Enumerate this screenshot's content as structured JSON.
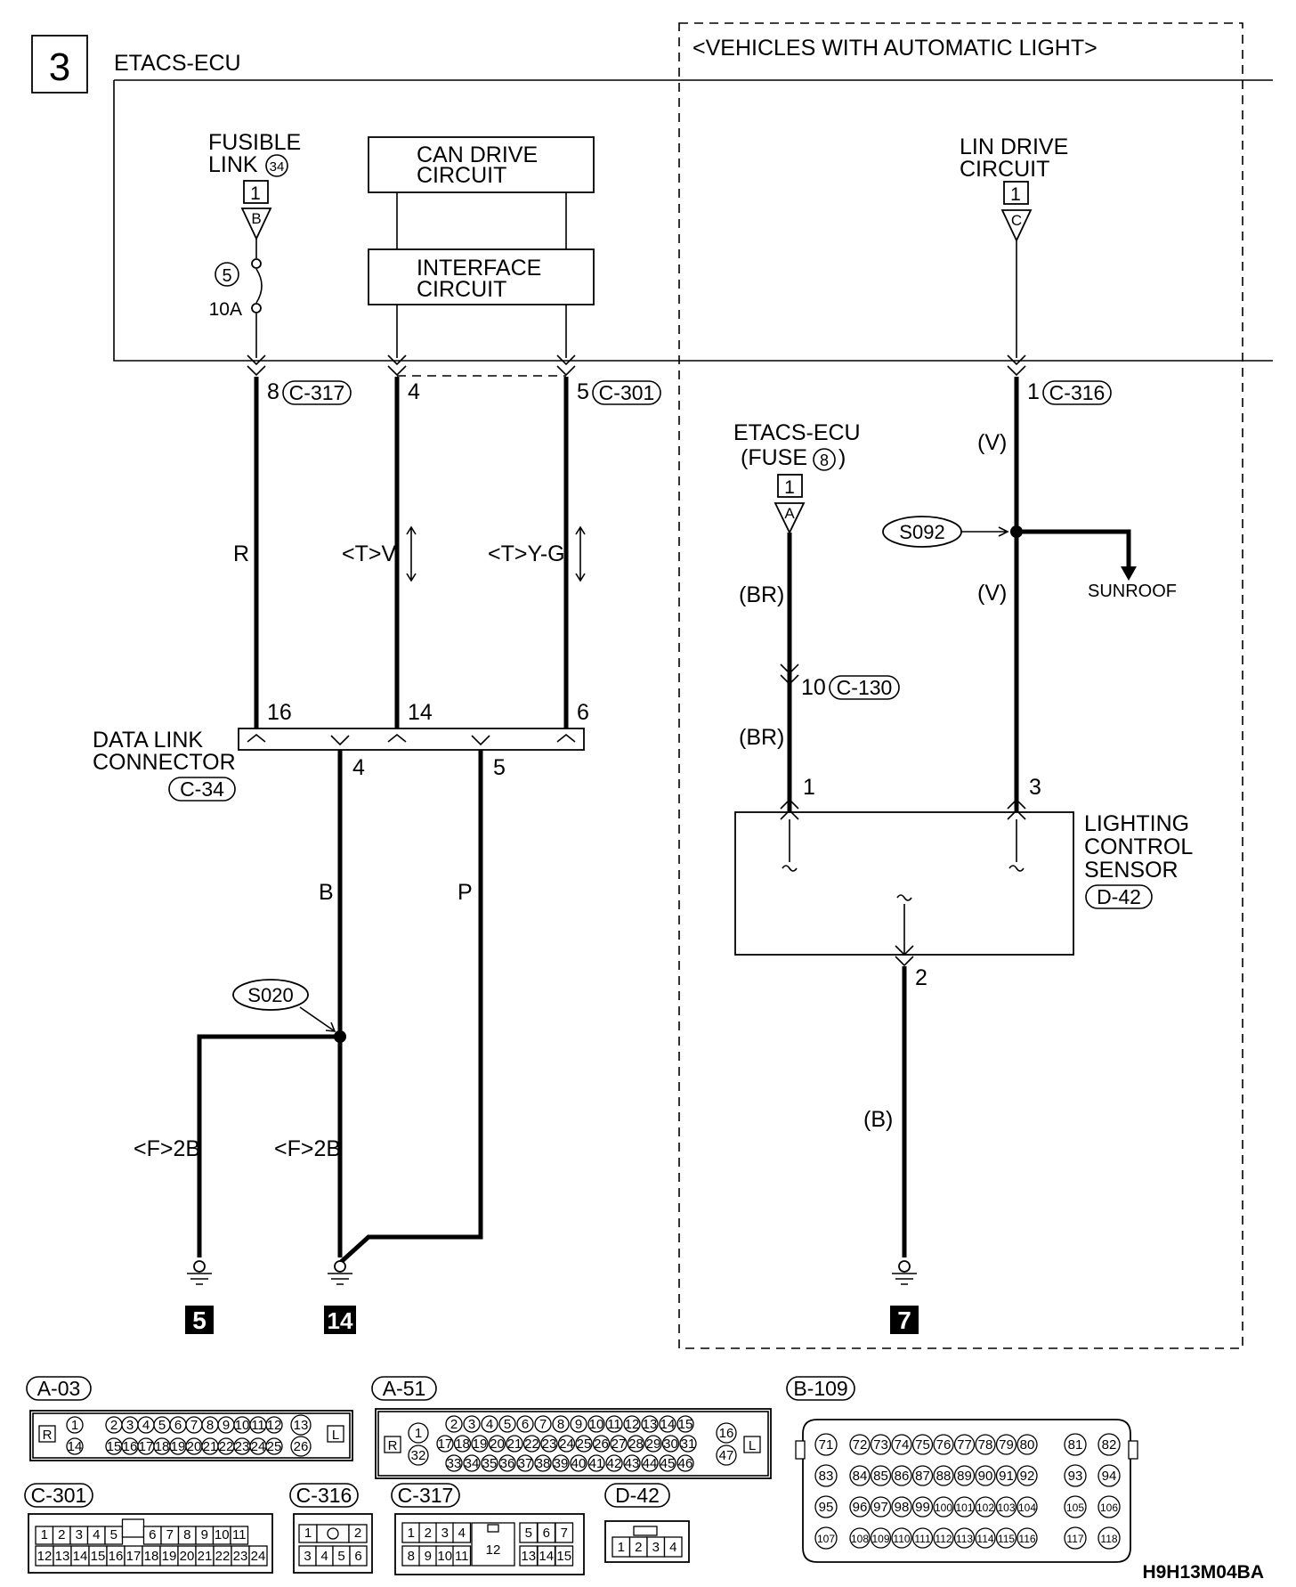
{
  "page_number": "3",
  "ecu_title": "ETACS-ECU",
  "automatic_light_title": "<VEHICLES WITH AUTOMATIC LIGHT>",
  "fusible_link": {
    "line1": "FUSIBLE",
    "line2": "LINK",
    "number": "34",
    "box": "1",
    "terminal": "B",
    "fuse_number": "5",
    "fuse_rating": "10A"
  },
  "can_drive_circuit": {
    "line1": "CAN DRIVE",
    "line2": "CIRCUIT"
  },
  "interface_circuit": {
    "line1": "INTERFACE",
    "line2": "CIRCUIT"
  },
  "lin_drive_circuit": {
    "line1": "LIN DRIVE",
    "line2": "CIRCUIT",
    "box": "1",
    "terminal": "C"
  },
  "ecu_pins": {
    "p8": "8",
    "c317": "C-317",
    "p4": "4",
    "p5": "5",
    "c301": "C-301",
    "p1": "1",
    "c316": "C-316"
  },
  "wire_colors": {
    "r": "R",
    "tv": "<T>V",
    "tyg": "<T>Y-G",
    "b": "B",
    "p": "P",
    "f2b_left": "<F>2B",
    "f2b_right": "<F>2B",
    "v_top": "(V)",
    "v_bottom": "(V)",
    "br_top": "(BR)",
    "br_bottom": "(BR)",
    "b_paren": "(B)"
  },
  "data_link_connector": {
    "line1": "DATA LINK",
    "line2": "CONNECTOR",
    "code": "C-34",
    "pin16": "16",
    "pin14": "14",
    "pin6": "6",
    "pin4": "4",
    "pin5": "5"
  },
  "splices": {
    "s020": "S020",
    "s092": "S092"
  },
  "grounds": {
    "g5": "5",
    "g14": "14",
    "g7": "7"
  },
  "etacs_fuse": {
    "line1": "ETACS-ECU",
    "line2_prefix": "(FUSE",
    "fuse_number": "8",
    "line2_suffix": ")",
    "box": "1",
    "terminal": "A"
  },
  "c130": {
    "pin": "10",
    "code": "C-130"
  },
  "sunroof": "SUNROOF",
  "lighting_sensor": {
    "line1": "LIGHTING",
    "line2": "CONTROL",
    "line3": "SENSOR",
    "code": "D-42",
    "pin1": "1",
    "pin3": "3",
    "pin2": "2"
  },
  "connector_views": {
    "a03": {
      "code": "A-03",
      "row1": [
        "1",
        "2",
        "3",
        "4",
        "5",
        "6",
        "7",
        "8",
        "9",
        "10",
        "11",
        "12",
        "13"
      ],
      "row2": [
        "14",
        "15",
        "16",
        "17",
        "18",
        "19",
        "20",
        "21",
        "22",
        "23",
        "24",
        "25",
        "26"
      ],
      "left": "R",
      "right": "L"
    },
    "a51": {
      "code": "A-51",
      "row1": [
        "1",
        "2",
        "3",
        "4",
        "5",
        "6",
        "7",
        "8",
        "9",
        "10",
        "11",
        "12",
        "13",
        "14",
        "15",
        "16"
      ],
      "row2": [
        "32",
        "17",
        "18",
        "19",
        "20",
        "21",
        "22",
        "23",
        "24",
        "25",
        "26",
        "27",
        "28",
        "29",
        "30",
        "31",
        "47"
      ],
      "row3": [
        "33",
        "34",
        "35",
        "36",
        "37",
        "38",
        "39",
        "40",
        "41",
        "42",
        "43",
        "44",
        "45",
        "46"
      ],
      "left": "R",
      "right": "L"
    },
    "b109": {
      "code": "B-109",
      "rows": [
        [
          "71",
          "72",
          "73",
          "74",
          "75",
          "76",
          "77",
          "78",
          "79",
          "80",
          "81",
          "82"
        ],
        [
          "83",
          "84",
          "85",
          "86",
          "87",
          "88",
          "89",
          "90",
          "91",
          "92",
          "93",
          "94"
        ],
        [
          "95",
          "96",
          "97",
          "98",
          "99",
          "100",
          "101",
          "102",
          "103",
          "104",
          "105",
          "106"
        ],
        [
          "107",
          "108",
          "109",
          "110",
          "111",
          "112",
          "113",
          "114",
          "115",
          "116",
          "117",
          "118"
        ]
      ]
    },
    "c301": {
      "code": "C-301",
      "row1": [
        "1",
        "2",
        "3",
        "4",
        "5",
        "",
        "6",
        "7",
        "8",
        "9",
        "10",
        "11"
      ],
      "row2": [
        "12",
        "13",
        "14",
        "15",
        "16",
        "17",
        "18",
        "19",
        "20",
        "21",
        "22",
        "23",
        "24"
      ]
    },
    "c316": {
      "code": "C-316",
      "row1": [
        "1",
        "",
        "2"
      ],
      "row2": [
        "3",
        "4",
        "5",
        "6"
      ]
    },
    "c317": {
      "code": "C-317",
      "row1": [
        "1",
        "2",
        "3",
        "4",
        "5",
        "6",
        "7"
      ],
      "row2": [
        "8",
        "9",
        "10",
        "11",
        "13",
        "14",
        "15"
      ],
      "center": "12"
    },
    "d42": {
      "code": "D-42",
      "row1": [
        "1",
        "2",
        "3",
        "4"
      ]
    }
  },
  "figure_code": "H9H13M04BA"
}
